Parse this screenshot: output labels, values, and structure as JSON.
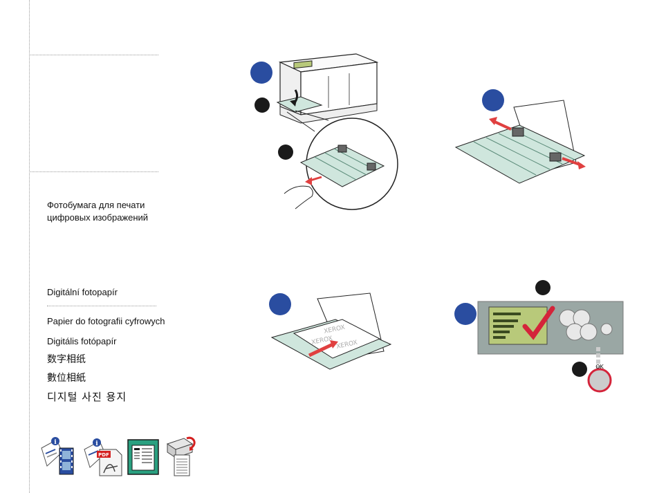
{
  "languages": {
    "russian": "Фотобумага для печати цифровых изображений",
    "czech": "Digitální fotopapír",
    "polish": "Papier do fotografii cyfrowych",
    "hungarian": "Digitális fotópapír",
    "chinese_simplified": "数字相纸",
    "chinese_traditional": "數位相紙",
    "korean": "디지털 사진 용지"
  },
  "paper_watermark": "XEROX",
  "panel_button_label": "OK",
  "icons": [
    "info-video-icon",
    "pdf-document-icon",
    "web-browser-icon",
    "printer-page-icon"
  ],
  "colors": {
    "step_circle_blue": "#2a4da0",
    "step_circle_black": "#1a1a1a",
    "tray_green": "#cfe6dd",
    "panel_gray": "#9aa7a4",
    "lcd_green": "#b8c97a",
    "checkmark_red": "#d4243a",
    "arrow_red": "#e04040"
  }
}
